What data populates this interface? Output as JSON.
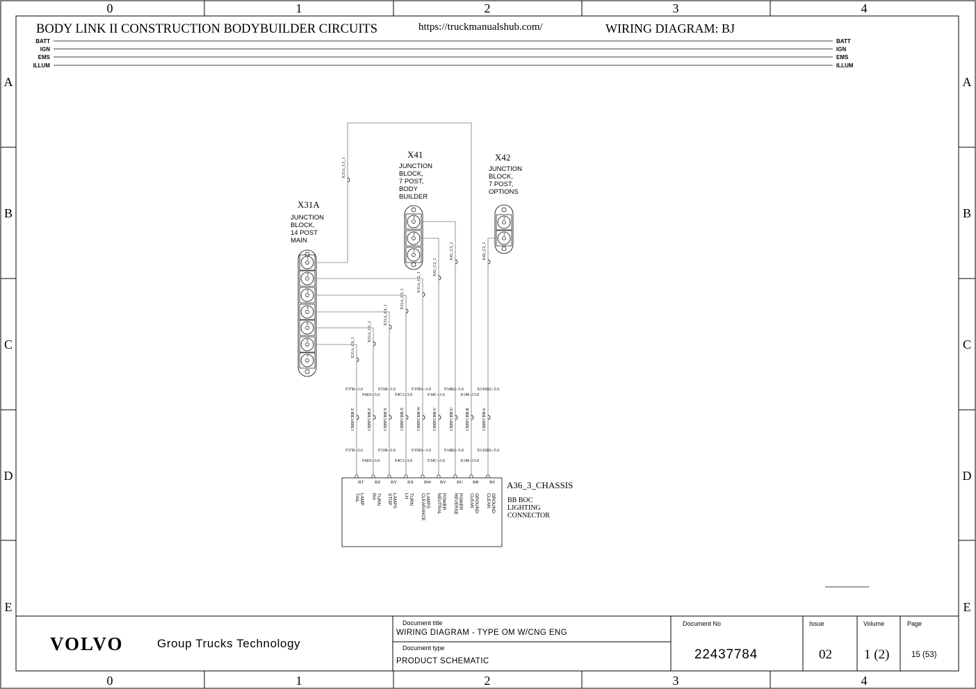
{
  "grid": {
    "columns": [
      "0",
      "1",
      "2",
      "3",
      "4"
    ],
    "rows": [
      "A",
      "B",
      "C",
      "D",
      "E"
    ]
  },
  "header": {
    "title": "BODY LINK II CONSTRUCTION BODYBUILDER CIRCUITS",
    "url": "https://truckmanualshub.com/",
    "diagram_id": "WIRING DIAGRAM: BJ"
  },
  "busbars": [
    "BATT",
    "IGN",
    "EMS",
    "ILLUM"
  ],
  "x31a": {
    "id": "X31A",
    "desc": [
      "JUNCTION",
      "BLOCK,",
      "14 POST",
      "MAIN"
    ],
    "posts": [
      "1",
      "2",
      "3",
      "4",
      "5",
      "6",
      "7"
    ],
    "tags": [
      "X31A_C1_1",
      "X31A_C2_1",
      "X31A_C3_1",
      "X31A_C4_1",
      "X31A_C5_1",
      "X31A_C6_1"
    ]
  },
  "x41": {
    "id": "X41",
    "desc": [
      "JUNCTION",
      "BLOCK,",
      "7 POST,",
      "BODY",
      "BUILDER"
    ],
    "posts": [
      "3",
      "2",
      "1"
    ],
    "tags": [
      "X41_C2_1",
      "X41_C3_1"
    ]
  },
  "x42": {
    "id": "X42",
    "desc": [
      "JUNCTION",
      "BLOCK,",
      "7 POST,",
      "OPTIONS"
    ],
    "posts": [
      "2",
      "1"
    ],
    "tags": [
      "X42_C2_1"
    ]
  },
  "wires": {
    "top_labels": [
      "F37B--3.0",
      "F4D3--3.0",
      "F33B--3.0",
      "F4C3--3.0",
      "F35B1--3.0",
      "F34C--3.0",
      "F34B2--5.0",
      "X1M--13.0",
      "X136D2--5.0"
    ],
    "bottom_labels": [
      "F37B--3.0",
      "F4D3--3.0",
      "F33B--3.0",
      "F4C3--3.0",
      "F35B1--3.0",
      "F34C--3.0",
      "F34B2--5.0",
      "X1M--13.0",
      "X136D2--5.0"
    ],
    "splices": [
      "CBBFCBB:T",
      "CBBFCBB:Z",
      "CBBFCBB:Y",
      "CBBFCBB:X",
      "CBBFCBB:W",
      "CBBFCBB:V",
      "CBBFCBB:U",
      "CBBFCBB:R",
      "CBBFCBB:S"
    ]
  },
  "connector": {
    "id": "A36_3_CHASSIS",
    "desc": [
      "BB BOC",
      "LIGHTING",
      "CONNECTOR"
    ],
    "pins": [
      "BT",
      "BZ",
      "BY",
      "BX",
      "BW",
      "BV",
      "BU",
      "BR",
      "BS"
    ],
    "functions": [
      [
        "TAIL",
        "LAMP"
      ],
      [
        "RH",
        "TURN"
      ],
      [
        "STOP",
        "LAMPS"
      ],
      [
        "LH",
        "TURN"
      ],
      [
        "CLEARANCE",
        "LAMPS"
      ],
      [
        "NEUTRAL",
        "POWER"
      ],
      [
        "REVERSE",
        "POWER"
      ],
      [
        "CLEAN",
        "GROUND"
      ],
      [
        "CLEAN",
        "GROUND"
      ]
    ]
  },
  "title_block": {
    "logo": "VOLVO",
    "company": "Group Trucks Technology",
    "doc_title_label": "Document title",
    "doc_title": "WIRING DIAGRAM - TYPE OM W/CNG ENG",
    "doc_type_label": "Document type",
    "doc_type": "PRODUCT SCHEMATIC",
    "doc_no_label": "Document No",
    "doc_no": "22437784",
    "issue_label": "Issue",
    "issue": "02",
    "volume_label": "Volume",
    "volume": "1 (2)",
    "page_label": "Page",
    "page": "15 (53)"
  }
}
